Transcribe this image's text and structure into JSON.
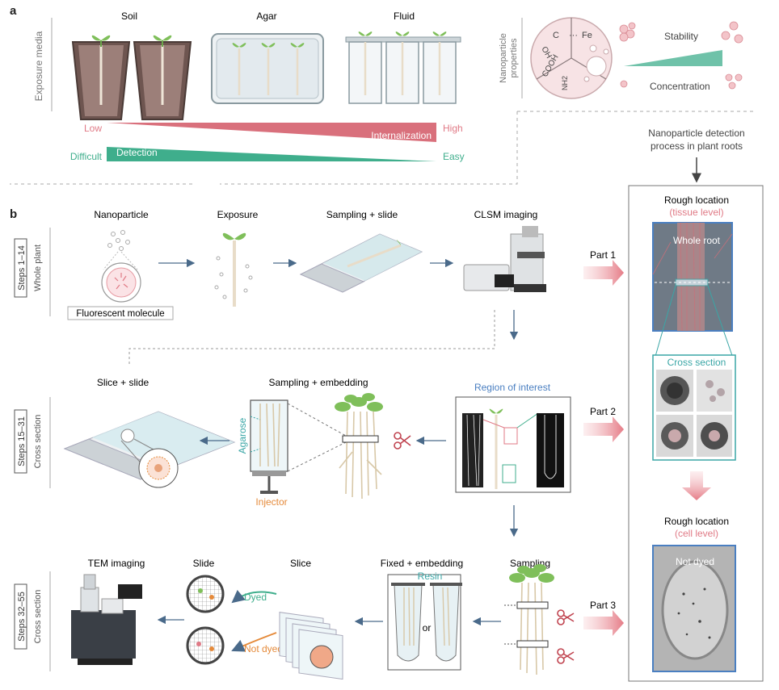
{
  "panel_a": {
    "label": "a",
    "axis_label": "Exposure media",
    "media": [
      "Soil",
      "Agar",
      "Fluid"
    ],
    "internalization": {
      "low": "Low",
      "high": "High",
      "label": "Internalization"
    },
    "detection": {
      "low": "Difficult",
      "high": "Easy",
      "label": "Detection"
    },
    "np_axis_label": "Nanoparticle properties",
    "np_chem": {
      "c": "C",
      "dots": "···",
      "fe": "Fe",
      "oh": "OH",
      "cooh": "COOH",
      "nh2": "NH2"
    },
    "stability": "Stability",
    "concentration": "Concentration",
    "detection_process": [
      "Nanoparticle detection",
      "process in plant roots"
    ]
  },
  "panel_b": {
    "label": "b",
    "row1": {
      "steps": "Steps 1–14",
      "sub": "Whole plant",
      "nanoparticle": "Nanoparticle",
      "exposure": "Exposure",
      "sampling_slide": "Sampling + slide",
      "clsm": "CLSM imaging",
      "fluorescent": "Fluorescent molecule",
      "part": "Part 1"
    },
    "row2": {
      "steps": "Steps 15–31",
      "sub": "Cross section",
      "slice_slide": "Slice + slide",
      "sampling_embedding": "Sampling + embedding",
      "agarose": "Agarose",
      "injector": "Injector",
      "roi": "Region of interest",
      "part": "Part 2"
    },
    "row3": {
      "steps": "Steps 32–55",
      "sub": "Cross section",
      "tem": "TEM imaging",
      "slide": "Slide",
      "slice": "Slice",
      "fixed_embedding": "Fixed + embedding",
      "sampling": "Sampling",
      "resin": "Resin",
      "or": "or",
      "dyed": "Dyed",
      "not_dyed": "Not dyed",
      "part": "Part 3"
    },
    "right": {
      "rough1": "Rough location",
      "tissue": "(tissue level)",
      "whole_root": "Whole root",
      "cross_section": "Cross section",
      "rough2": "Rough location",
      "cell": "(cell level)",
      "not_dyed": "Not dyed"
    }
  },
  "colors": {
    "red": "#e07a86",
    "green": "#3fae8c",
    "teal": "#3aa6a6",
    "blue": "#4a7fc1",
    "orange": "#e58a3a",
    "arrow": "#4a6a8a"
  }
}
